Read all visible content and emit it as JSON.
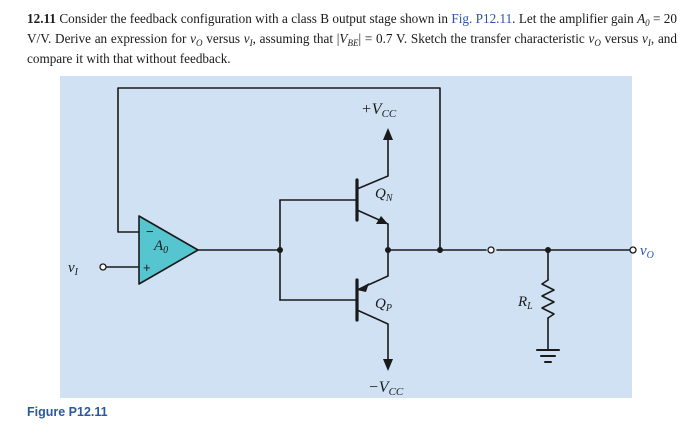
{
  "problem": {
    "number": "12.11",
    "sentence1": " Consider the feedback configuration with a class B output stage shown in ",
    "fig_ref": "Fig. P12.11",
    "sentence2": ". Let the amplifier gain ",
    "gain_symbol": "A",
    "gain_sub": "0",
    "gain_value": " = 20 V/V. Derive an expression for ",
    "vo1": "v",
    "vo1_sub": "O",
    "versus1": " versus ",
    "vi1": "v",
    "vi1_sub": "I",
    "assuming": ", assuming that |",
    "vbe": "V",
    "vbe_sub": "BE",
    "vbe_value": "| = 0.7 V. Sketch the transfer characteristic ",
    "vo2": "v",
    "vo2_sub": "O",
    "versus2": " versus ",
    "vi2": "v",
    "vi2_sub": "I",
    "ending": ", and compare it with that without feedback."
  },
  "figure": {
    "caption": "Figure P12.11",
    "labels": {
      "vcc_pos": "+V",
      "vcc_pos_sub": "CC",
      "vcc_neg": "−V",
      "vcc_neg_sub": "CC",
      "qn": "Q",
      "qn_sub": "N",
      "qp": "Q",
      "qp_sub": "P",
      "amp": "A",
      "amp_sub": "0",
      "amp_minus": "−",
      "amp_plus": "+",
      "vi": "v",
      "vi_sub": "I",
      "vo": "v",
      "vo_sub": "O",
      "rl": "R",
      "rl_sub": "L"
    },
    "colors": {
      "panel_bg": "#cfe1f3",
      "amp_fill": "#55c6cf",
      "wire": "#1a1a1a",
      "caption": "#2a5a9c",
      "vo_label": "#2a52a8"
    }
  }
}
